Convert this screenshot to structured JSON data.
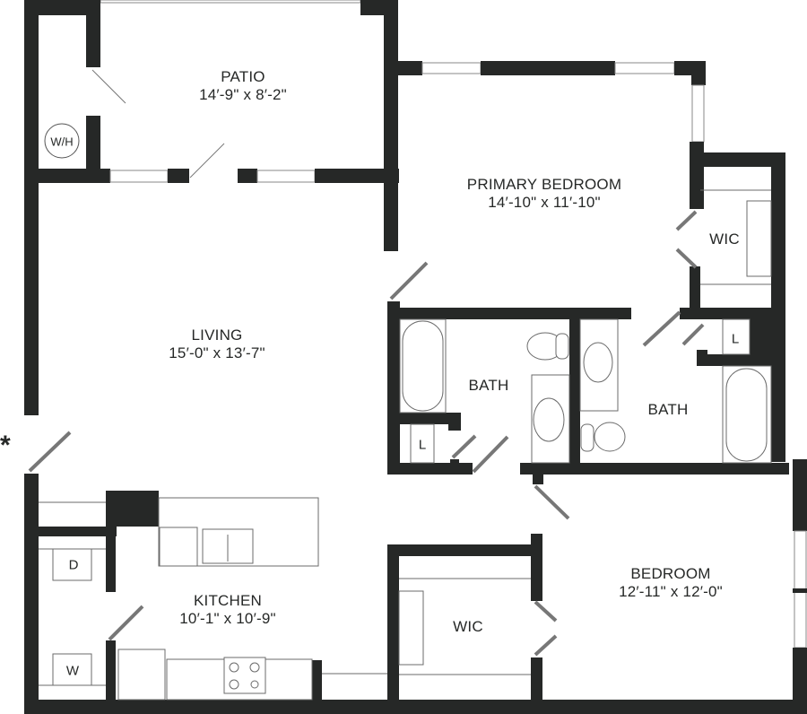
{
  "floor_plan": {
    "marker": "*",
    "rooms": [
      {
        "id": "patio",
        "name": "PATIO",
        "dims": "14′-9\" x 8′-2\""
      },
      {
        "id": "primary-bedroom",
        "name": "PRIMARY BEDROOM",
        "dims": "14′-10\" x 11′-10\""
      },
      {
        "id": "living",
        "name": "LIVING",
        "dims": "15′-0\" x 13′-7\""
      },
      {
        "id": "bath-1",
        "name": "BATH",
        "dims": ""
      },
      {
        "id": "bath-2",
        "name": "BATH",
        "dims": ""
      },
      {
        "id": "wic-primary",
        "name": "WIC",
        "dims": ""
      },
      {
        "id": "kitchen",
        "name": "KITCHEN",
        "dims": "10′-1\" x 10′-9\""
      },
      {
        "id": "bedroom",
        "name": "BEDROOM",
        "dims": "12′-11\" x 12′-0\""
      },
      {
        "id": "wic-bedroom",
        "name": "WIC",
        "dims": ""
      }
    ],
    "fixtures": {
      "water_heater": "W/H",
      "linen_1": "L",
      "linen_2": "L",
      "dryer": "D",
      "washer": "W"
    }
  }
}
